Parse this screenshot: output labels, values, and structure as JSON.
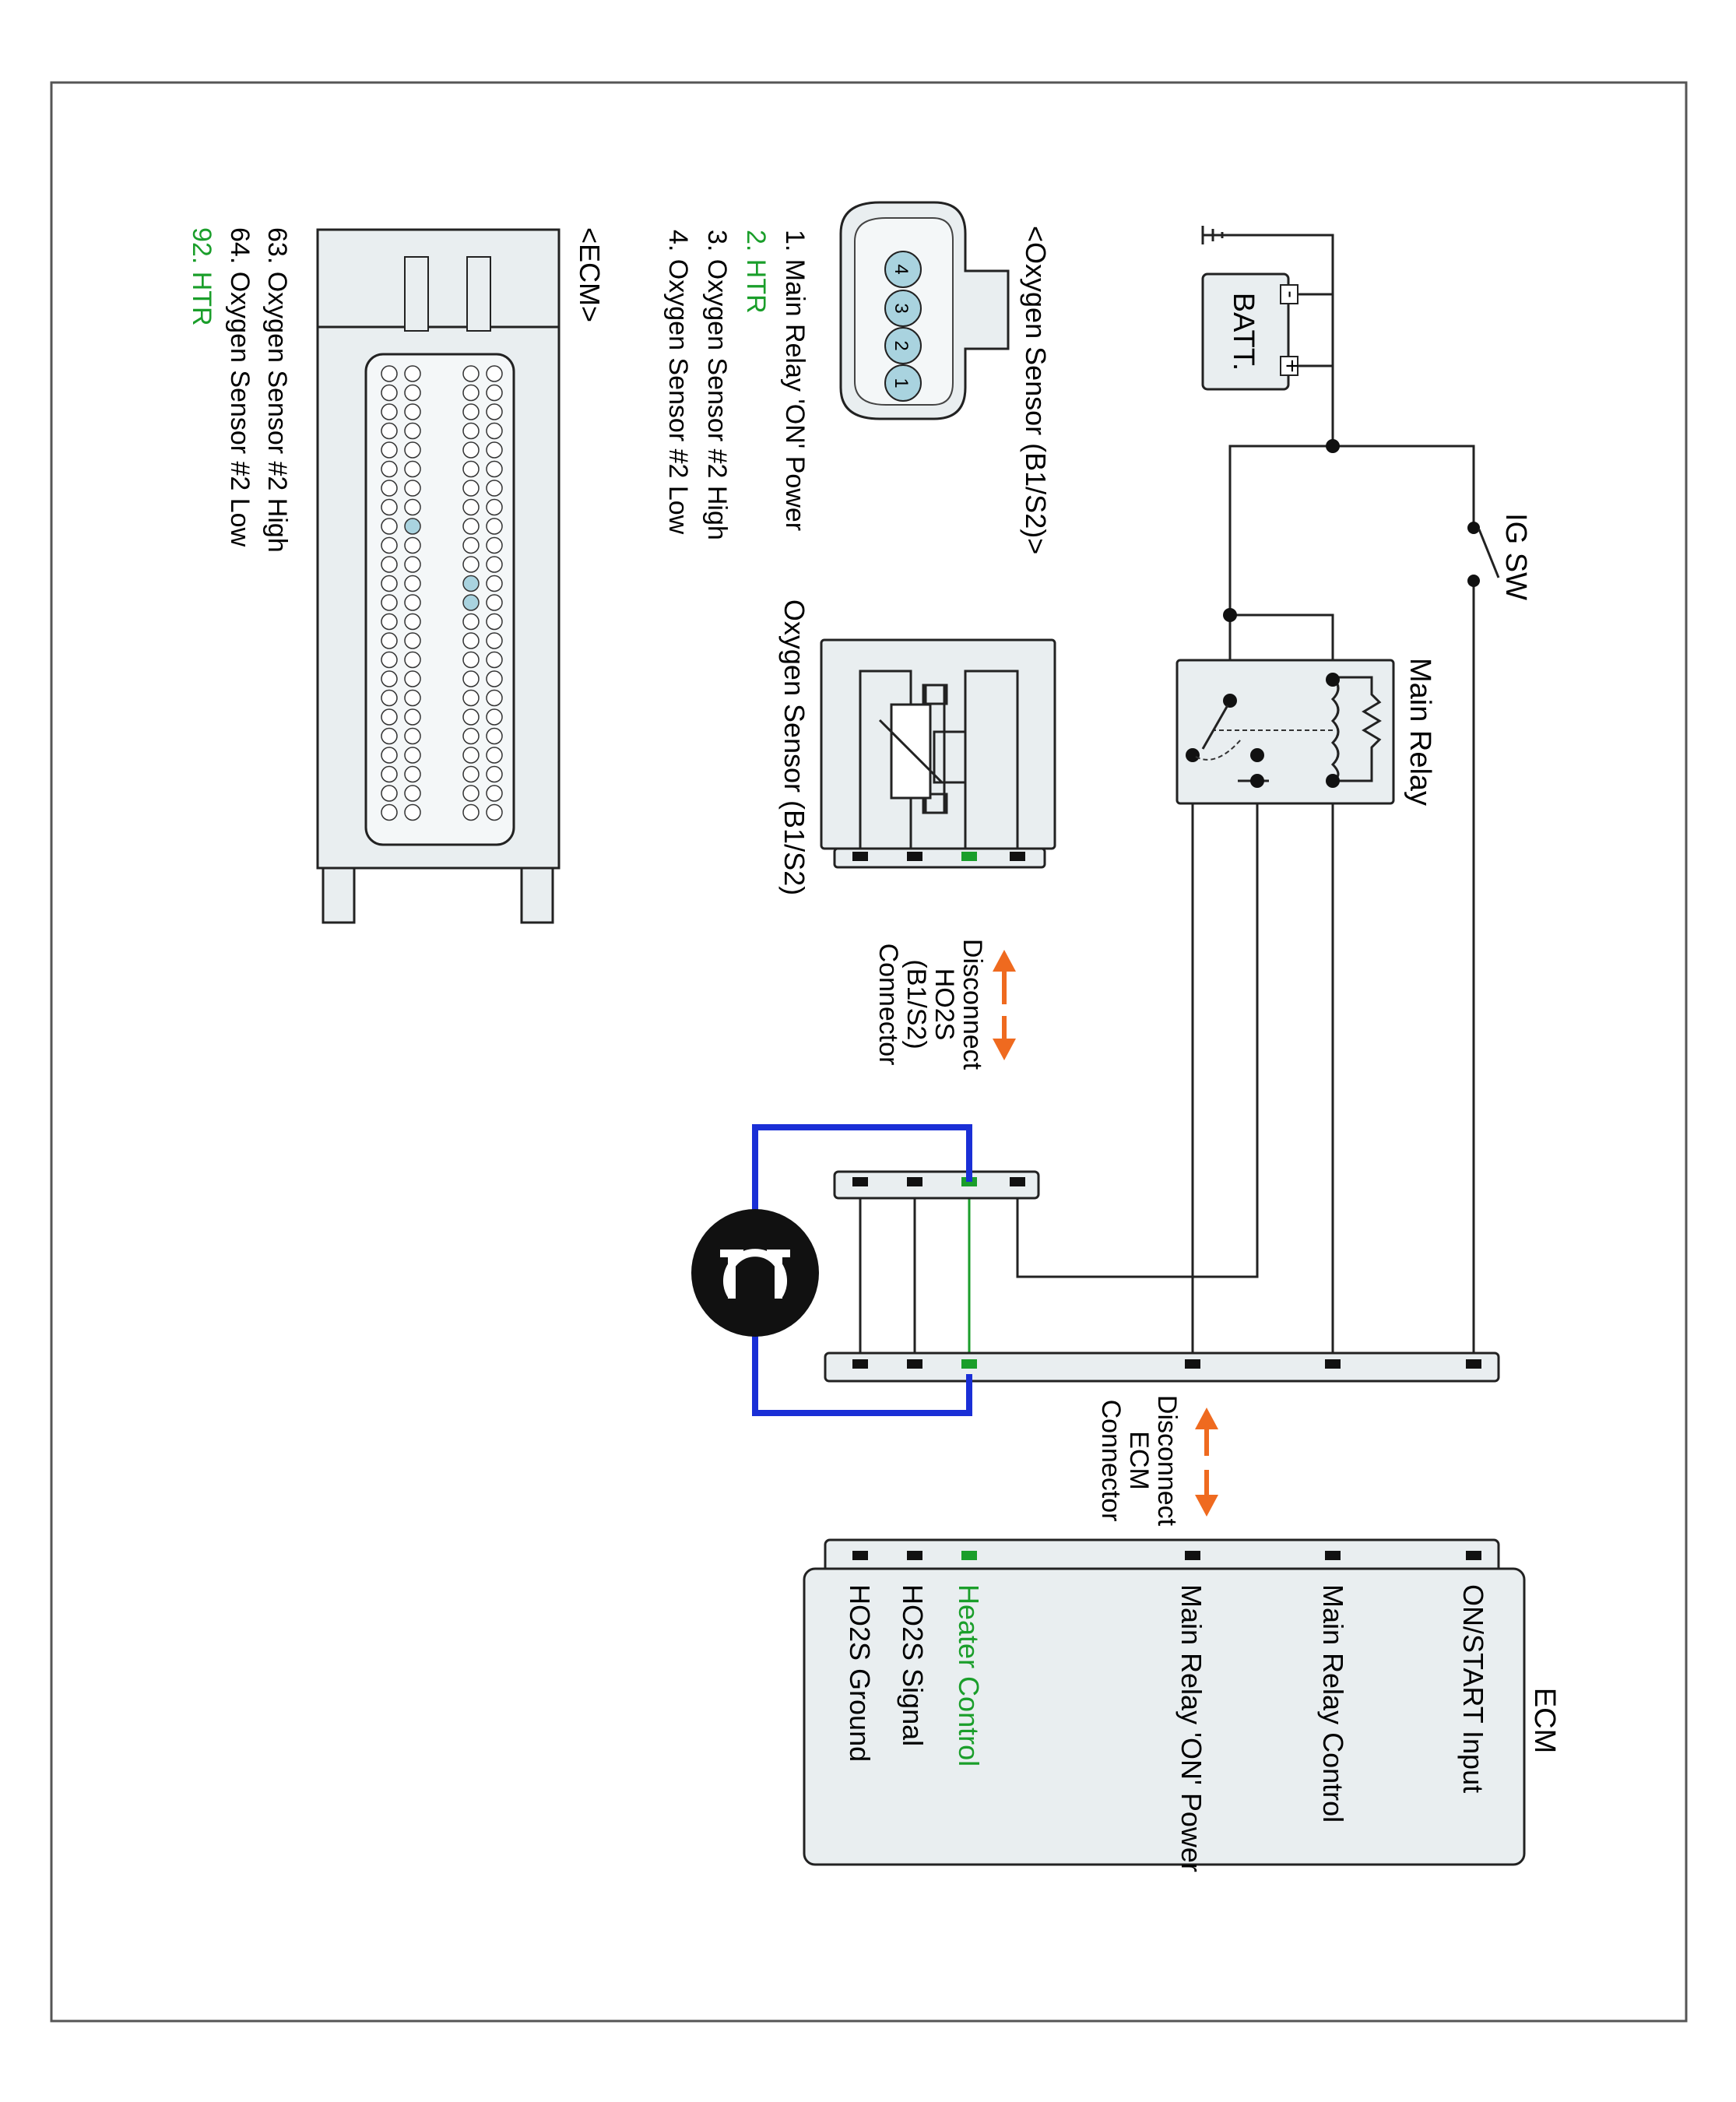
{
  "colors": {
    "wire": "#222222",
    "highlight": "#1a9e2a",
    "arrow": "#ef6a1f",
    "jumper": "#1a2fd6",
    "box_fill": "#e9eef0",
    "pin_fill": "#a9d3df"
  },
  "labels": {
    "ig_sw": "IG SW",
    "battery": "BATT.",
    "battery_minus": "-",
    "battery_plus": "+",
    "main_relay": "Main Relay",
    "sensor_title": "Oxygen Sensor (B1/S2)",
    "ecm_title": "ECM",
    "disconnect_ho2s": [
      "Disconnect",
      "HO2S",
      "(B1/S2)",
      "Connector"
    ],
    "disconnect_ecm": [
      "Disconnect",
      "ECM",
      "Connector"
    ]
  },
  "ecm_pins": [
    {
      "label": "ON/START Input",
      "highlight": false
    },
    {
      "label": "Main Relay Control",
      "highlight": false
    },
    {
      "label": "Main Relay 'ON' Power",
      "highlight": false
    },
    {
      "label": "Heater Control",
      "highlight": true
    },
    {
      "label": "HO2S  Signal",
      "highlight": false
    },
    {
      "label": "HO2S  Ground",
      "highlight": false
    }
  ],
  "sensor_connector": {
    "title": "<Oxygen Sensor (B1/S2)>",
    "pin_numbers": [
      "4",
      "3",
      "2",
      "1"
    ],
    "pins": [
      {
        "label": "1. Main Relay 'ON' Power",
        "highlight": false
      },
      {
        "label": "2. HTR",
        "highlight": true
      },
      {
        "label": "3. Oxygen Sensor #2 High",
        "highlight": false
      },
      {
        "label": "4. Oxygen Sensor #2 Low",
        "highlight": false
      }
    ]
  },
  "ecm_connector": {
    "title": "<ECM>",
    "pins": [
      {
        "label": "63. Oxygen Sensor #2 High",
        "highlight": false
      },
      {
        "label": "64. Oxygen Sensor #2 Low",
        "highlight": false
      },
      {
        "label": "92. HTR",
        "highlight": true
      }
    ]
  }
}
